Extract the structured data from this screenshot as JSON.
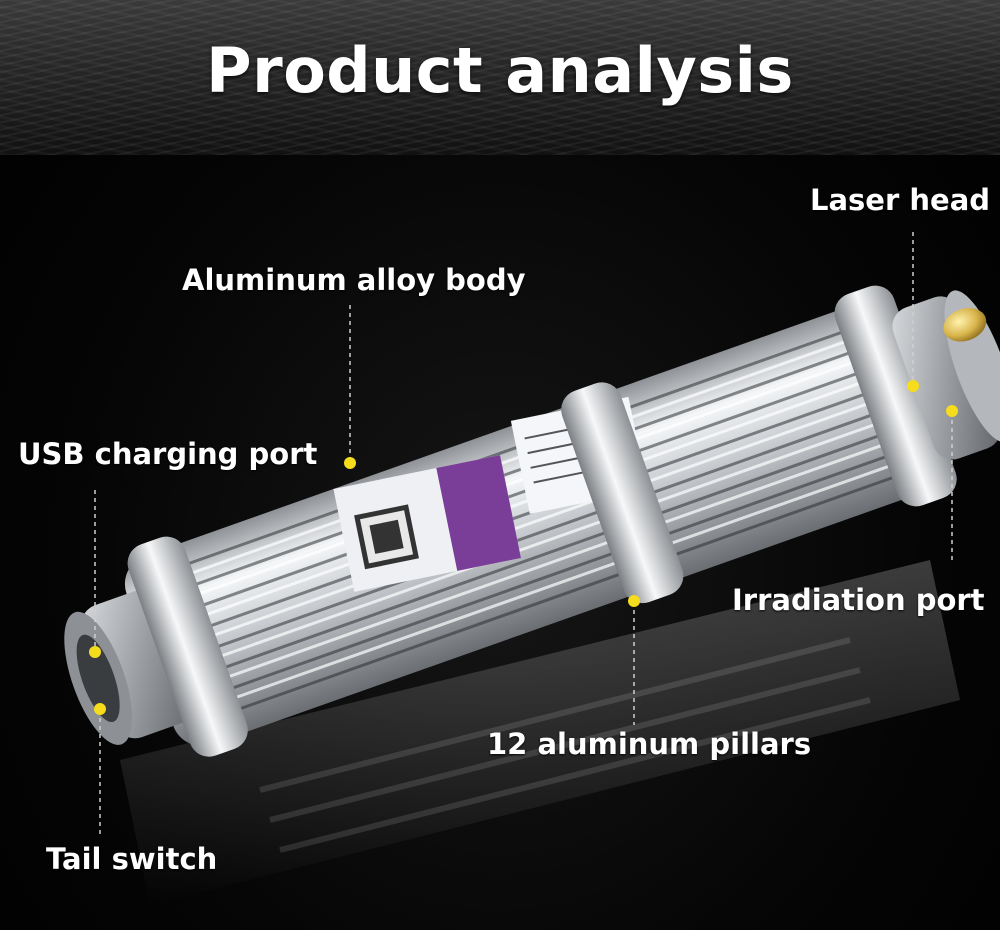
{
  "title": "Product analysis",
  "callouts": {
    "laser_head": "Laser head",
    "body": "Aluminum alloy body",
    "usb_port": "USB charging port",
    "irradiation_port": "Irradiation port",
    "pillars": "12 aluminum pillars",
    "tail_switch": "Tail switch"
  },
  "colors": {
    "marker": "#f5dc1c",
    "sticker_accent": "#2f7fd6",
    "label_sticker": "#7a3e98"
  }
}
